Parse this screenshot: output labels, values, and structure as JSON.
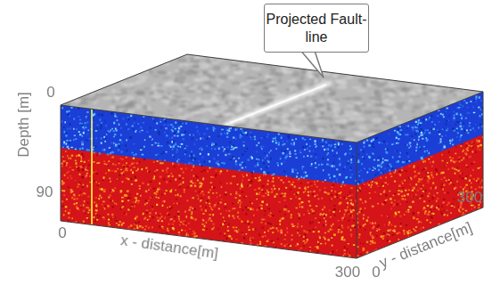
{
  "diagram": {
    "nodes": [
      {
        "text": [
          "Projected Fault-line"
        ]
      }
    ],
    "labels": [
      "0",
      "Depth [m]",
      "90",
      "0",
      "x - distance[m]",
      "300",
      "0",
      "y - distance[m]",
      "300"
    ]
  }
}
